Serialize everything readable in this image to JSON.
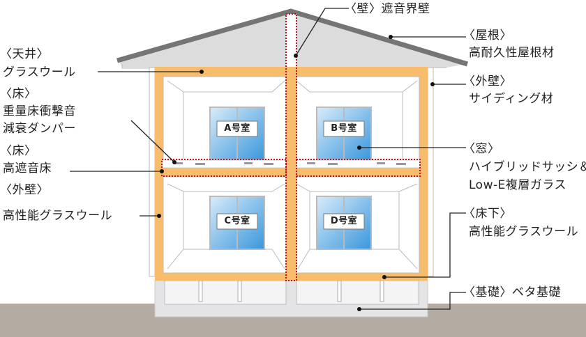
{
  "colors": {
    "insulation": "#f7bd6c",
    "roof": "#757575",
    "roof_fill": "#dcdcdc",
    "ground": "#b4aca3",
    "acoustic_outline": "#c0141c",
    "window": "#5aa9e0"
  },
  "rooms": [
    "A号室",
    "B号室",
    "C号室",
    "D号室"
  ],
  "labels": {
    "wall": {
      "head": "〈壁〉遮音界壁"
    },
    "roof": {
      "head": "〈屋根〉",
      "body": "高耐久性屋根材"
    },
    "outer_wall_right": {
      "head": "〈外壁〉",
      "body": "サイディング材"
    },
    "window": {
      "head": "〈窓〉",
      "body1": "ハイブリッドサッシ＆",
      "body2": "Low-E複層ガラス"
    },
    "underfloor": {
      "head": "〈床下〉",
      "body": "高性能グラスウール"
    },
    "foundation": {
      "head": "〈基礎〉ベタ基礎"
    },
    "ceiling": {
      "head": "〈天井〉",
      "body": "グラスウール"
    },
    "floor_damper": {
      "head": "〈床〉",
      "body1": "重量床衝撃音",
      "body2": "減衰ダンパー"
    },
    "floor": {
      "head": "〈床〉",
      "body": "高遮音床"
    },
    "outer_wall_left": {
      "head": "〈外壁〉",
      "body": "高性能グラスウール"
    }
  }
}
